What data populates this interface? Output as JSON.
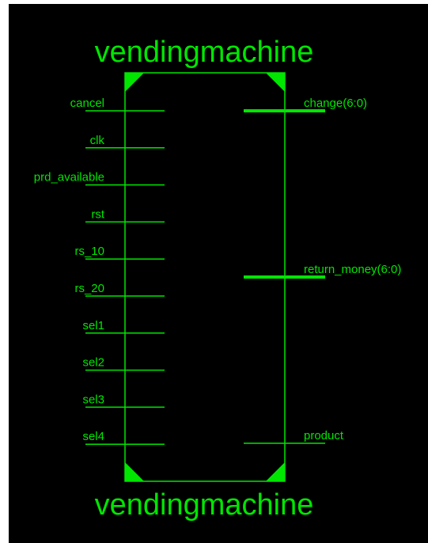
{
  "component": {
    "title_top": "vendingmachine",
    "title_bottom": "vendingmachine"
  },
  "ports": {
    "inputs": [
      {
        "name": "cancel"
      },
      {
        "name": "clk"
      },
      {
        "name": "prd_available"
      },
      {
        "name": "rst"
      },
      {
        "name": "rs_10"
      },
      {
        "name": "rs_20"
      },
      {
        "name": "sel1"
      },
      {
        "name": "sel2"
      },
      {
        "name": "sel3"
      },
      {
        "name": "sel4"
      }
    ],
    "outputs": [
      {
        "name": "change(6:0)",
        "bus": true
      },
      {
        "name": "return_money(6:0)",
        "bus": true
      },
      {
        "name": "product",
        "bus": false
      }
    ]
  },
  "colors": {
    "background": "#000000",
    "symbol": "#00e600"
  }
}
